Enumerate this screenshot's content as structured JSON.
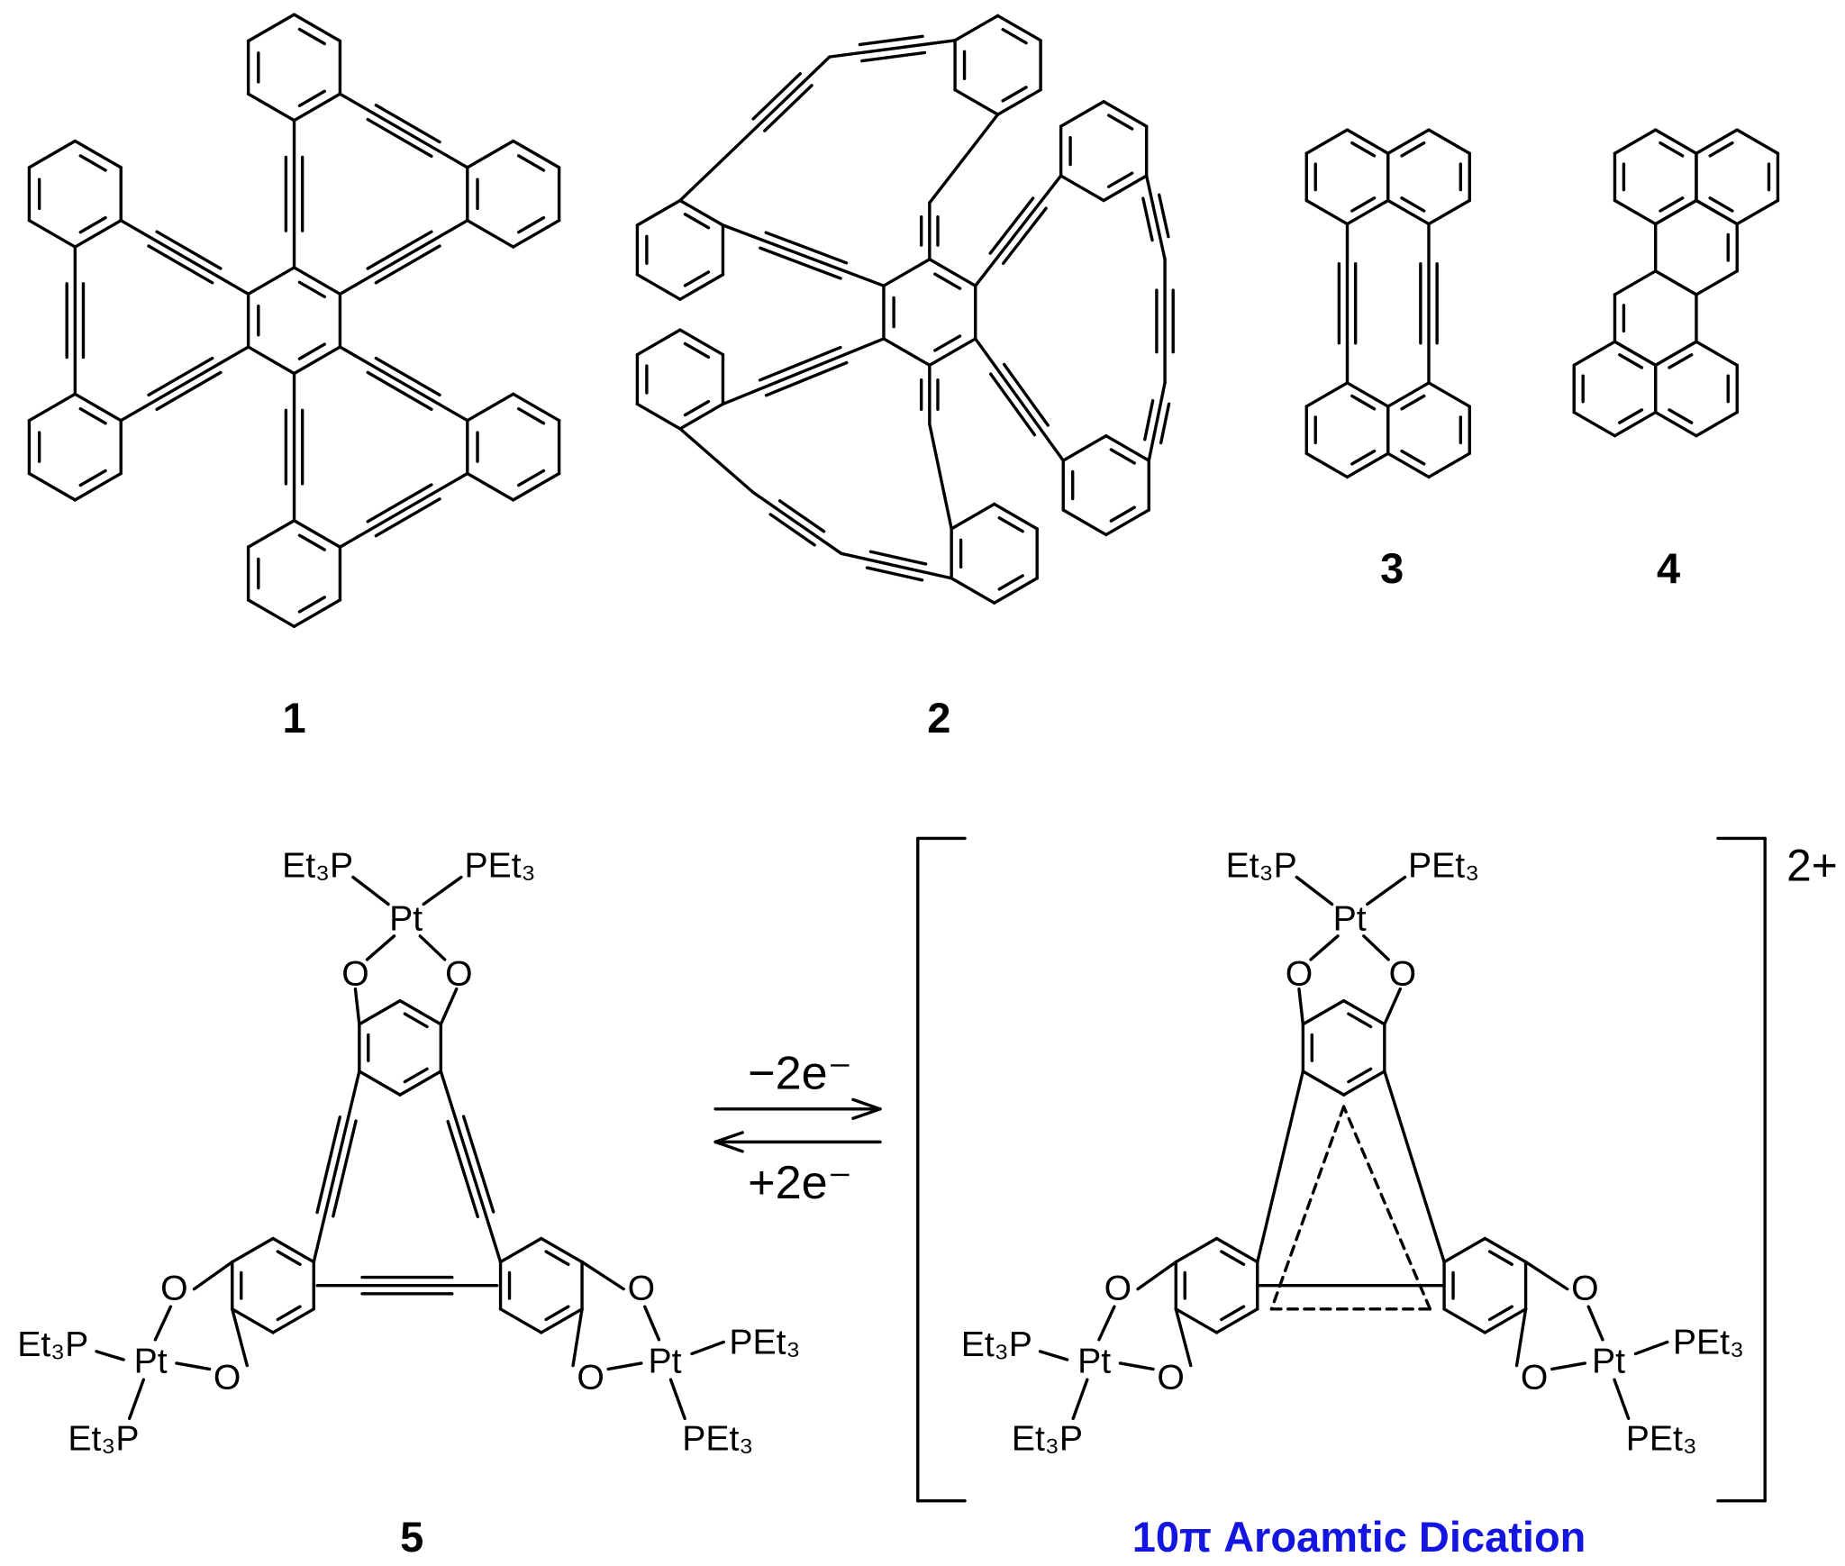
{
  "compound_labels": {
    "c1": "1",
    "c2": "2",
    "c3": "3",
    "c4": "4",
    "c5": "5"
  },
  "reaction": {
    "forward": "−2e⁻",
    "reverse": "+2e⁻"
  },
  "dication": {
    "charge": "2+",
    "caption": "10π Aroamtic Dication",
    "caption_color": "#1515e0"
  },
  "compound5_atoms": {
    "top_left_ligand": "Et₃P",
    "top_right_ligand": "PEt₃",
    "top_metal": "Pt",
    "top_o_left": "O",
    "top_o_right": "O",
    "left_ligand_1": "Et₃P",
    "left_ligand_2": "Et₃P",
    "left_metal": "Pt",
    "left_o_top": "O",
    "left_o_bottom": "O",
    "right_ligand_1": "PEt₃",
    "right_ligand_2": "PEt₃",
    "right_metal": "Pt",
    "right_o_top": "O",
    "right_o_bottom": "O"
  },
  "dication_atoms": {
    "top_left_ligand": "Et₃P",
    "top_right_ligand": "PEt₃",
    "top_metal": "Pt",
    "top_o_left": "O",
    "top_o_right": "O",
    "left_ligand_1": "Et₃P",
    "left_ligand_2": "Et₃P",
    "left_metal": "Pt",
    "left_o_top": "O",
    "left_o_bottom": "O",
    "right_ligand_1": "PEt₃",
    "right_ligand_2": "PEt₃",
    "right_metal": "Pt",
    "right_o_top": "O",
    "right_o_bottom": "O"
  }
}
